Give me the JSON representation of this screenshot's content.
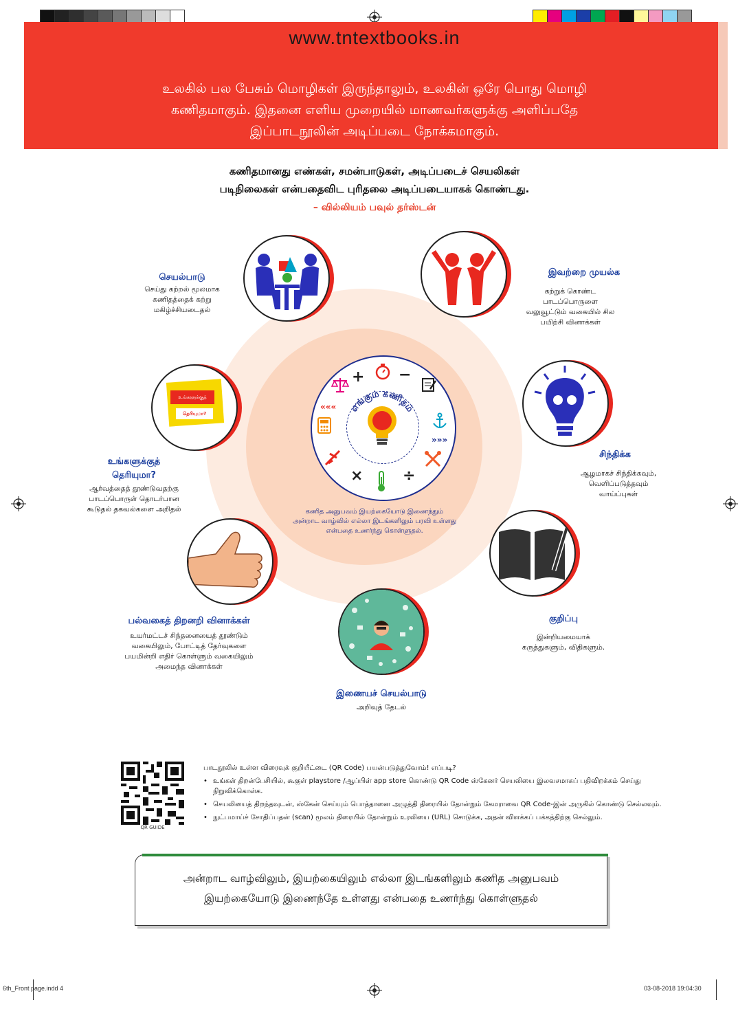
{
  "colors": {
    "header_red": "#f03a2c",
    "title_blue": "#1c3f9f",
    "accent_red": "#e8281f",
    "circle_outer": "#fdebe0",
    "circle_inner": "#fbd6bf",
    "box_green": "#2e8b3b"
  },
  "header": {
    "url": "www.tntextbooks.in",
    "intro_lines": [
      "உலகில் பல பேசும் மொழிகள் இருந்தாலும், உலகின் ஒரே பொது மொழி",
      "கணிதமாகும்.  இதனை எளிய முறையில் மாணவர்களுக்கு அளிப்பதே",
      "இப்பாடநூலின் அடிப்படை நோக்கமாகும்."
    ]
  },
  "quote": {
    "lines": [
      "கணிதமானது எண்கள், சமன்பாடுகள், அடிப்படைச் செயலிகள்",
      "படிநிலைகள் என்பதைவிட புரிதலை அடிப்படையாகக் கொண்டது."
    ],
    "author": "– வில்லியம் பவுல் தர்ஸ்டன்"
  },
  "center": {
    "ring_text": "எங்கும் கணிதம்",
    "caption_lines": [
      "கணித அனுபவம் இயற்கையோடு இணைந்தும்",
      "அன்றாட வாழ்வில் எல்லா இடங்களிலும் பரவி உள்ளது",
      "என்பதை உணர்ந்து கொள்ளுதல்."
    ],
    "symbols": {
      "plus": "+",
      "minus": "−",
      "times": "×",
      "divide": "÷",
      "left_arrows": "«««",
      "right_arrows": "»»»"
    }
  },
  "features": {
    "activity": {
      "title": "செயல்பாடு",
      "desc": [
        "செய்து கற்றல் மூலமாக",
        "கணிதத்தைக் கற்று",
        "மகிழ்ச்சியடைதல்"
      ]
    },
    "try_this": {
      "title": "இவற்றை முயல்க",
      "desc": [
        "கற்றுக் கொண்ட",
        "பாடப்பொருளை",
        "வலுவூட்டும் வகையில் சில",
        "பயிற்சி வினாக்கள்"
      ]
    },
    "do_you_know": {
      "title_lines": [
        "உங்களுக்குத்",
        "தெரியுமா?"
      ],
      "badge_top": "உங்களுக்குத்",
      "badge_bottom": "தெரியுமா?",
      "desc": [
        "ஆர்வத்தைத் தூண்டுவதற்கு",
        "பாடப்பொருள் தொடர்பான",
        "கூடுதல் தகவல்களை அறிதல்"
      ]
    },
    "think": {
      "title": "சிந்திக்க",
      "desc": [
        "ஆழமாகச் சிந்திக்கவும்,",
        "வெளிப்படுத்தவும்",
        "வாய்ப்புகள்"
      ]
    },
    "mcq": {
      "title": "பல்வகைத் திறனறி வினாக்கள்",
      "desc": [
        "உயர்மட்டச் சிந்தனையைத் தூண்டும்",
        "வகையிலும், போட்டித் தேர்வுகளை",
        "பயமின்றி எதிர் கொள்ளும் வகையிலும்",
        "அமைந்த வினாக்கள்"
      ]
    },
    "note": {
      "title": "குறிப்பு",
      "desc": [
        "இன்றியமையாக்",
        "கருத்துகளும், விதிகளும்."
      ]
    },
    "ict": {
      "title": "இணையச் செயல்பாடு",
      "desc": [
        "அறிவுத் தேடல்"
      ]
    }
  },
  "qr": {
    "label": "QR GUIDE",
    "heading": "பாடநூலில் உள்ள விரைவுக் குறியீட்டை (QR Code) பயன்படுத்துவோம்! எப்படி?",
    "items": [
      "உங்கள் திறன்பேசியில், கூகுள் playstore /ஆப்பிள் app store கொண்டு QR Code ஸ்கேனர் செயலியை இலவசமாகப் பதிவிறக்கம் செய்து நிறுவிக்கொள்க.",
      "செயலியைத் திறந்தவுடன், ஸ்கேன் செய்யும் பொத்தானை அழுத்தி திரையில் தோன்றும் கேமராவை QR Code-இன் அருகில் கொண்டு செல்லவும்.",
      "நுட்பமாய்ச் சோதிப்பதன் (scan) மூலம் திரையில் தோன்றும் உரலியை (URL) சொடுக்க, அதன் விளக்கப் பக்கத்திற்கு செல்லும்."
    ]
  },
  "bottom_box": {
    "lines": [
      "அன்றாட வாழ்விலும், இயற்கையிலும் எல்லா இடங்களிலும் கணித அனுபவம்",
      "இயற்கையோடு இணைந்தே உள்ளது என்பதை உணர்ந்து கொள்ளுதல்"
    ]
  },
  "footer": {
    "file": "6th_Front page.indd   4",
    "datetime": "03-08-2018   19:04:30"
  }
}
